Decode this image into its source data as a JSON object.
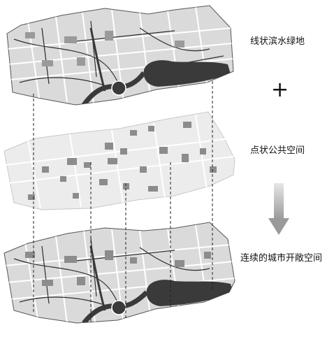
{
  "layers": [
    {
      "label": "线状滨水绿地"
    },
    {
      "label": "点状公共空间"
    },
    {
      "label": "连续的城市开敞空间"
    }
  ],
  "operator": "+",
  "colors": {
    "map_fill": "#dadada",
    "map_dark": "#3a3a3a",
    "block_mid": "#8c8c8c",
    "block_light": "#ececec",
    "road": "#ffffff",
    "arrow": "#9a9a9a",
    "dash": "#222222"
  }
}
